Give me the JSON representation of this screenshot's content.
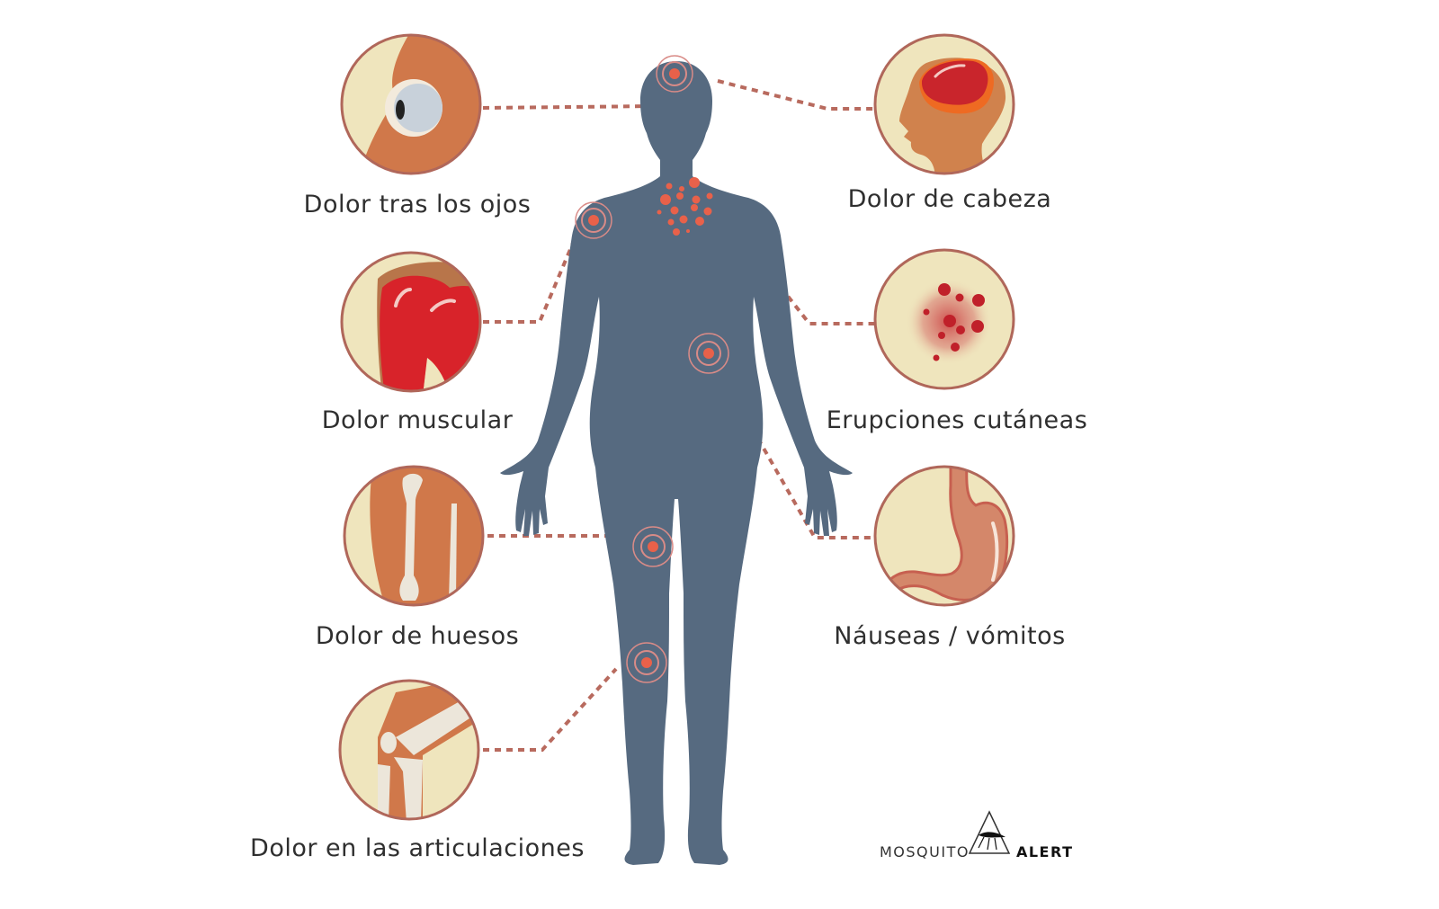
{
  "colors": {
    "background": "#ffffff",
    "body_silhouette": "#566a80",
    "marker": "#e8614a",
    "marker_ring": "#d98b87",
    "connector": "#b86a5e",
    "circle_border": "#b0675a",
    "skin_orange": "#d0784a",
    "cream": "#efe5bd",
    "bone": "#ece6da",
    "muscle_red": "#d8232a",
    "brain_red": "#c9252c",
    "brain_orange": "#ee6a22",
    "rash_red": "#c0202a",
    "stomach": "#d4876a",
    "text": "#2f2f2f"
  },
  "symptoms": {
    "eyes": {
      "label": "Dolor tras los ojos",
      "icon": "eye-icon"
    },
    "muscle": {
      "label": "Dolor muscular",
      "icon": "shoulder-muscle-icon"
    },
    "bones": {
      "label": "Dolor de huesos",
      "icon": "bones-icon"
    },
    "joints": {
      "label": "Dolor en las articulaciones",
      "icon": "knee-joint-icon"
    },
    "head": {
      "label": "Dolor de cabeza",
      "icon": "head-brain-icon"
    },
    "rash": {
      "label": "Erupciones cutáneas",
      "icon": "skin-rash-icon"
    },
    "nausea": {
      "label": "Náuseas / vómitos",
      "icon": "stomach-icon"
    }
  },
  "logo": {
    "word1": "MOSQUITO",
    "word2": "ALERT",
    "icon": "mosquito-triangle-icon"
  }
}
